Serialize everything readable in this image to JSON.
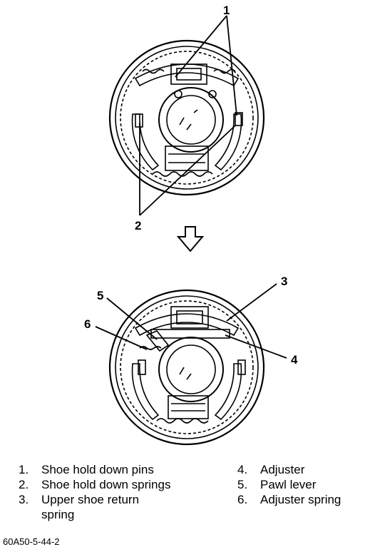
{
  "callouts": {
    "top_1": "1",
    "top_2": "2",
    "bottom_3": "3",
    "bottom_4": "4",
    "bottom_5": "5",
    "bottom_6": "6"
  },
  "legend": {
    "left": [
      {
        "number": "1.",
        "text": "Shoe hold down pins"
      },
      {
        "number": "2.",
        "text": "Shoe hold down springs"
      },
      {
        "number": "3.",
        "text": "Upper shoe return spring"
      }
    ],
    "right": [
      {
        "number": "4.",
        "text": "Adjuster"
      },
      {
        "number": "5.",
        "text": "Pawl lever"
      },
      {
        "number": "6.",
        "text": "Adjuster spring"
      }
    ]
  },
  "figure_code": "60A50-5-44-2",
  "icons": {
    "arrow": "down-arrow-icon"
  }
}
